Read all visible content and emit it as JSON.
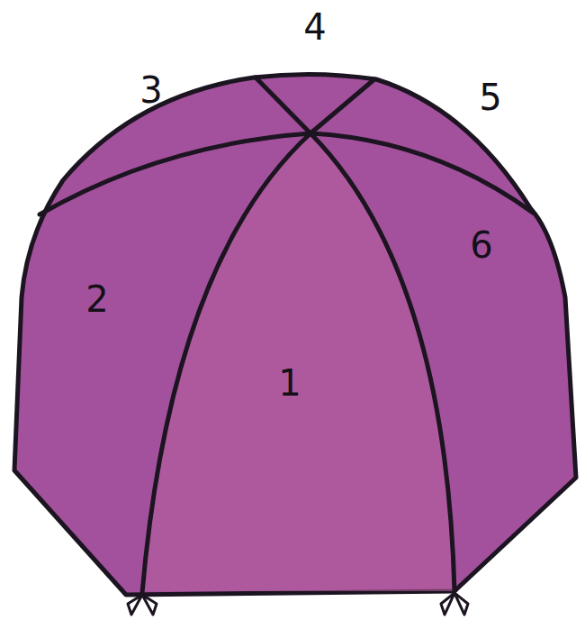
{
  "diagram": {
    "labels": [
      "4",
      "3",
      "5",
      "6",
      "2",
      "1"
    ]
  }
}
